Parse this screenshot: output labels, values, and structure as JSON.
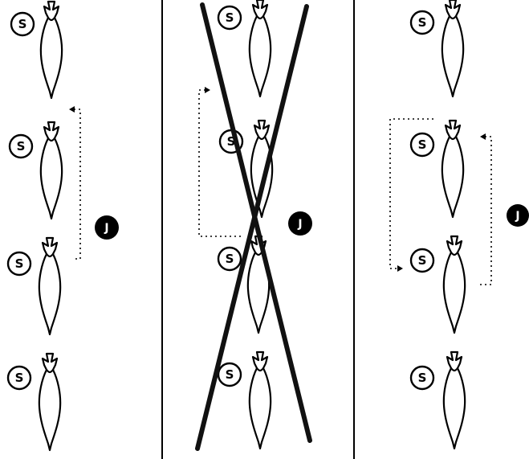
{
  "figure": {
    "swimmer_label": "S",
    "marker_label": "J",
    "panels": [
      {
        "name": "panel-left",
        "crossed_out": false,
        "shift_bracket": "right"
      },
      {
        "name": "panel-middle",
        "crossed_out": true,
        "shift_bracket": "left"
      },
      {
        "name": "panel-right",
        "crossed_out": false,
        "shift_bracket": "both"
      }
    ],
    "colors": {
      "ink": "#000000",
      "background": "#ffffff"
    }
  }
}
